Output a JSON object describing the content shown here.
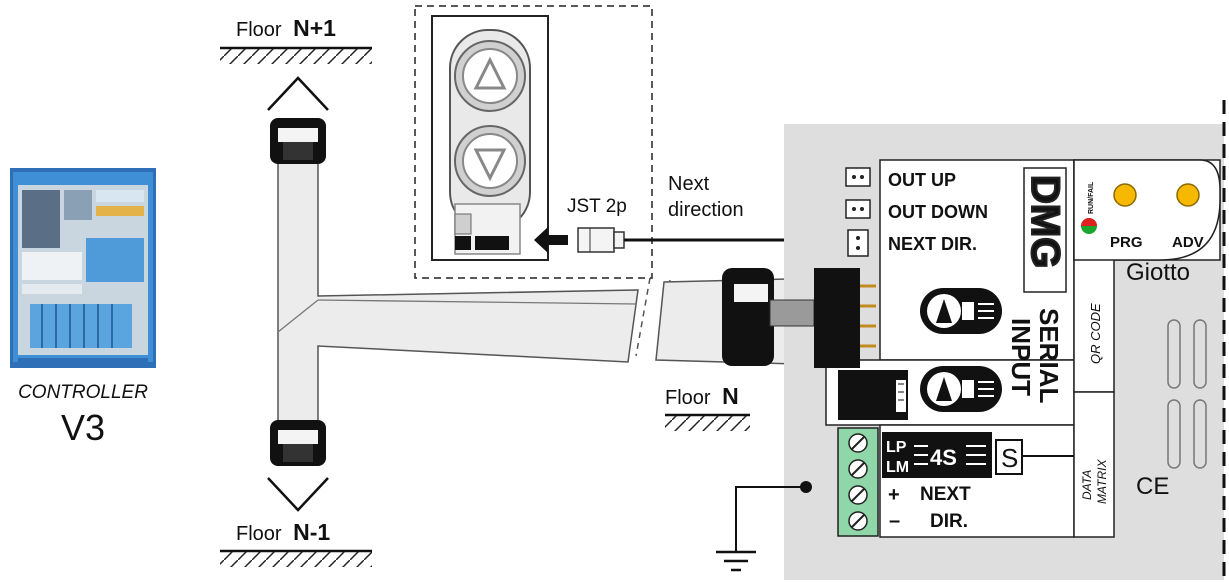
{
  "controller": {
    "label": "CONTROLLER",
    "version": "V3"
  },
  "floors": {
    "upper": {
      "prefix": "Floor",
      "level": "N+1"
    },
    "middle": {
      "prefix": "Floor",
      "level": "N"
    },
    "lower": {
      "prefix": "Floor",
      "level": "N-1"
    }
  },
  "connector": {
    "type": "JST 2p",
    "signal_line1": "Next",
    "signal_line2": "direction"
  },
  "module": {
    "brand": "DMG",
    "name": "Giotto",
    "outputs": [
      "OUT UP",
      "OUT DOWN",
      "NEXT DIR."
    ],
    "serial_input_line1": "SERIAL",
    "serial_input_line2": "INPUT",
    "buttons": [
      "PRG",
      "ADV"
    ],
    "qr_label": "QR CODE",
    "matrix_line1": "DATA",
    "matrix_line2": "MATRIX",
    "ce_mark": "CE",
    "s_mark": "S",
    "lp": "LP",
    "lm": "LM",
    "bus_4s": "4S",
    "plus": "+",
    "minus": "–",
    "next_dir_line1": "NEXT",
    "next_dir_line2": "DIR.",
    "fail_label": "RUN/FAIL"
  },
  "colors": {
    "controller_blue": "#3f8fd6",
    "module_bg": "#dedede",
    "terminal_green": "#8fd6a8",
    "button_yellow": "#f6b800",
    "cable_grey": "#ececec"
  }
}
